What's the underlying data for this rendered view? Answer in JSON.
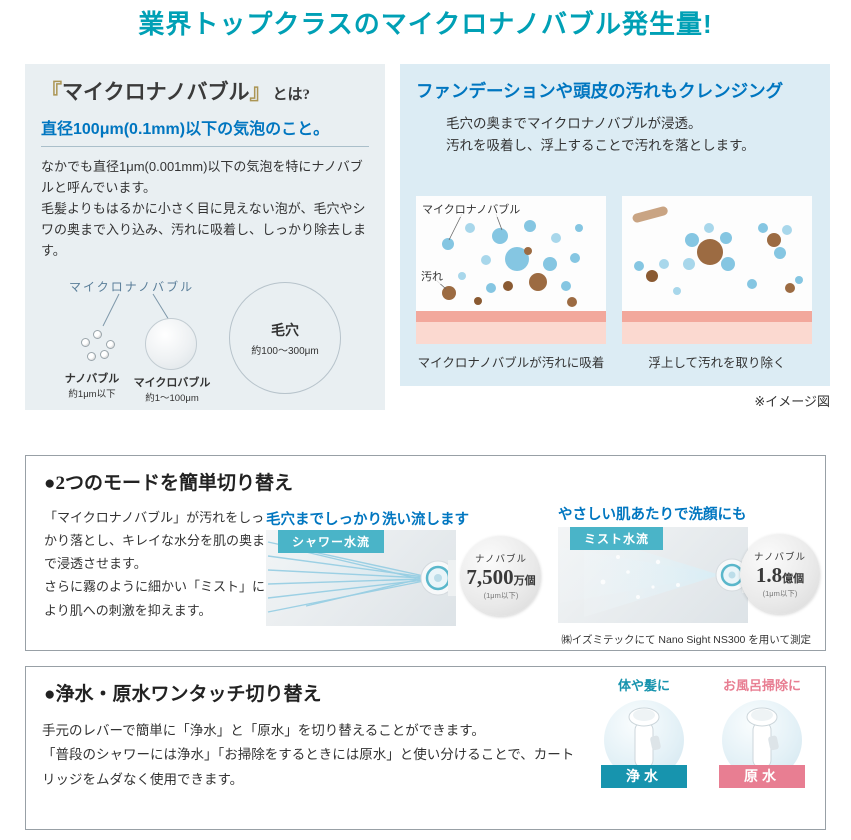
{
  "header": {
    "title": "業界トップクラスのマイクロナノバブル発生量!"
  },
  "left_panel": {
    "title_quote_open": "『",
    "title_main": "マイクロナノバブル",
    "title_quote_close": "』",
    "title_suffix": "とは?",
    "subtitle": "直径100μm(0.1mm)以下の気泡のこと。",
    "body": "なかでも直径1μm(0.001mm)以下の気泡を特にナノバブルと呼んでいます。\n毛髪よりもはるかに小さく目に見えない泡が、毛穴やシワの奥まで入り込み、汚れに吸着し、しっかり除去します。",
    "diagram": {
      "pointer_label": "マイクロナノバブル",
      "nano_label": "ナノバブル",
      "nano_size": "約1μm以下",
      "micro_label": "マイクロバブル",
      "micro_size": "約1〜100μm",
      "pore_label": "毛穴",
      "pore_size": "約100〜300μm"
    }
  },
  "right_panel": {
    "title": "ファンデーションや頭皮の汚れもクレンジング",
    "body": "毛穴の奥までマイクロナノバブルが浸透。\n汚れを吸着し、浮上することで汚れを落とします。",
    "fig_adsorb": {
      "bubble_label": "マイクロナノバブル",
      "dirt_label": "汚れ",
      "caption": "マイクロナノバブルが汚れに吸着"
    },
    "fig_float": {
      "caption": "浮上して汚れを取り除く"
    },
    "note": "※イメージ図"
  },
  "mode_section": {
    "title": "●2つのモードを簡単切り替え",
    "body": "「マイクロナノバブル」が汚れをしっかり落とし、キレイな水分を肌の奥まで浸透させます。\nさらに霧のように細かい「ミスト」により肌への刺激を抑えます。",
    "shower": {
      "heading": "毛穴までしっかり洗い流します",
      "badge": "シャワー水流",
      "circle": {
        "label": "ナノバブル",
        "value": "7,500",
        "unit": "万個",
        "note": "(1μm以下)"
      }
    },
    "mist": {
      "heading": "やさしい肌あたりで洗顔にも",
      "badge": "ミスト水流",
      "circle": {
        "label": "ナノバブル",
        "value": "1.8",
        "unit": "億個",
        "note": "(1μm以下)"
      }
    },
    "measure_note": "㈱イズミテックにて Nano Sight NS300 を用いて測定"
  },
  "switch_section": {
    "title": "●浄水・原水ワンタッチ切り替え",
    "body": "手元のレバーで簡単に「浄水」と「原水」を切り替えることができます。\n「普段のシャワーには浄水」「お掃除をするときには原水」と使い分けることで、カートリッジをムダなく使用できます。",
    "purified": {
      "header": "体や髪に",
      "badge": "浄水"
    },
    "raw": {
      "header": "お風呂掃除に",
      "badge": "原水"
    }
  },
  "colors": {
    "accent_teal": "#00a0b5",
    "heading_blue": "#0076c0",
    "quote_gold": "#ab9554",
    "flow_badge_teal": "#4ab4c8",
    "purified_teal": "#1794ae",
    "raw_pink": "#e87e92",
    "bubble_blue": "#85c6e2",
    "dirt_brown": "#9c6b42",
    "skin_pink": "#f2a89c"
  }
}
